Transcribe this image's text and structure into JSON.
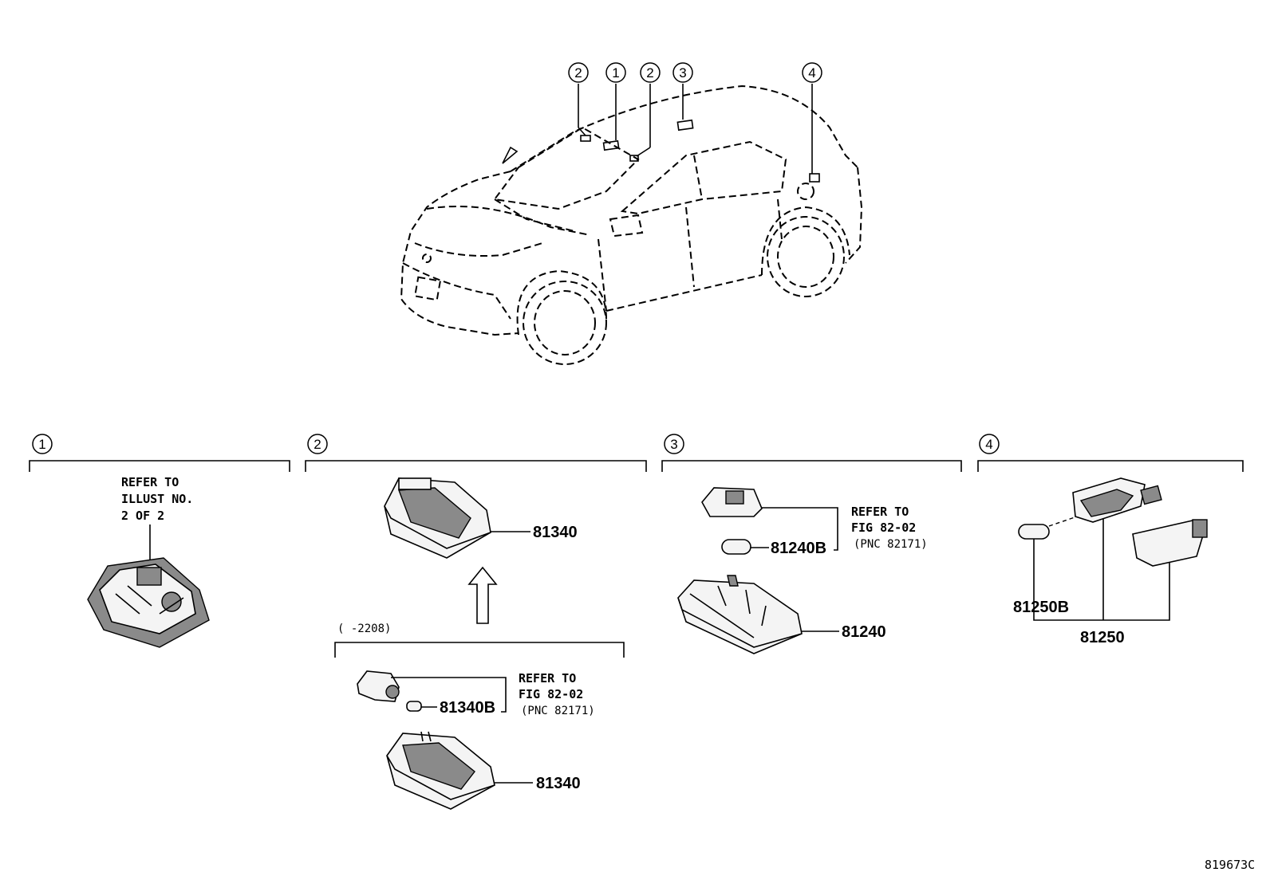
{
  "callouts": [
    "1",
    "2",
    "2",
    "3",
    "4"
  ],
  "sections": [
    {
      "marker": "1",
      "note": [
        "REFER TO",
        "ILLUST NO.",
        "2 OF 2"
      ]
    },
    {
      "marker": "2",
      "parts": [
        "81340",
        "81340"
      ],
      "date_range": "(      -2208)",
      "sub_parts": [
        "81340B"
      ],
      "ref_note": [
        "REFER TO",
        "FIG 82-02",
        "(PNC 82171)"
      ]
    },
    {
      "marker": "3",
      "parts": [
        "81240B",
        "81240"
      ],
      "ref_note": [
        "REFER TO",
        "FIG 82-02",
        "(PNC 82171)"
      ]
    },
    {
      "marker": "4",
      "parts": [
        "81250B",
        "81250"
      ]
    }
  ],
  "figure_id": "819673C"
}
